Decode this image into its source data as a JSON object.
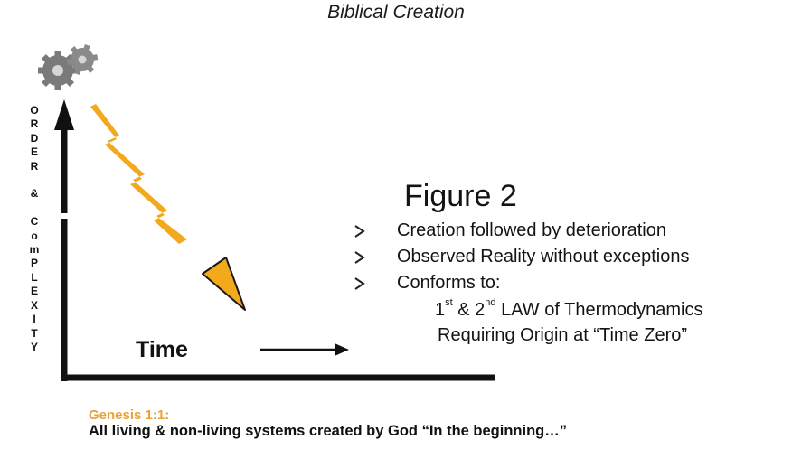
{
  "title": "Biblical Creation",
  "y_axis_label": [
    "O",
    "R",
    "D",
    "E",
    "R",
    "",
    "&",
    "",
    "C",
    "o",
    "m",
    "P",
    "L",
    "E",
    "X",
    "I",
    "T",
    "Y"
  ],
  "x_axis_label": "Time",
  "figure": {
    "title": "Figure 2",
    "bullets": [
      "Creation followed by deterioration",
      "Observed Reality without exceptions",
      "Conforms to:"
    ],
    "law_line": {
      "first": "1",
      "first_sup": "st",
      "mid": " & 2",
      "second_sup": "nd",
      "rest": " LAW of Thermodynamics"
    },
    "origin_line": "Requiring Origin at “Time Zero”"
  },
  "genesis": {
    "reference": "Genesis 1:1:",
    "text": "All living & non-living systems created by God “In the beginning…”"
  },
  "colors": {
    "bolt": "#f2a91c",
    "bolt_outline": "#1a1a1a",
    "genesis_label": "#e8a23a",
    "gears": "#7a7a7a",
    "axes": "#111111"
  },
  "icons": [
    "gears-icon",
    "lightning-arrow-icon",
    "right-arrow-icon",
    "bullet-arrow-icon"
  ]
}
